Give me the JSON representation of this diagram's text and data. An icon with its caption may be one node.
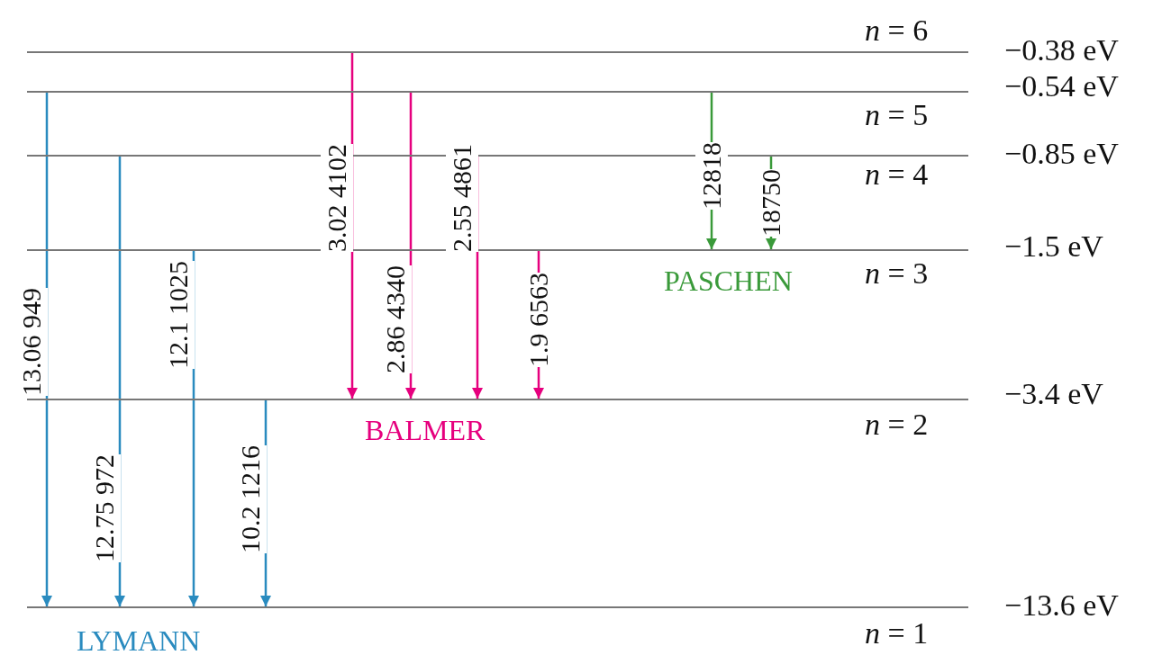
{
  "diagram": {
    "nodes": [
      {
        "text": [
          "*n* = 6",
          "−0.38 eV"
        ]
      },
      {
        "text": [
          "*n* = 5",
          "−0.54 eV"
        ]
      },
      {
        "text": [
          "*n* = 4",
          "−0.85 eV"
        ]
      },
      {
        "text": [
          "*n* = 3",
          "−1.5 eV"
        ]
      },
      {
        "text": [
          "*n* = 2",
          "−3.4 eV"
        ]
      },
      {
        "text": [
          "*n* = 1",
          "−13.6 eV"
        ]
      }
    ],
    "edges": [
      {
        "from": 1,
        "to": 5,
        "arrow": "to",
        "label": "13.06 949",
        "color": "#2a8bbf"
      },
      {
        "from": 2,
        "to": 5,
        "arrow": "to",
        "label": "12.75 972",
        "color": "#2a8bbf"
      },
      {
        "from": 3,
        "to": 5,
        "arrow": "to",
        "label": "12.1 1025",
        "color": "#2a8bbf"
      },
      {
        "from": 4,
        "to": 5,
        "arrow": "to",
        "label": "10.2 1216",
        "color": "#2a8bbf"
      },
      {
        "from": 0,
        "to": 4,
        "arrow": "to",
        "label": "3.02 4102",
        "color": "#e6007e"
      },
      {
        "from": 1,
        "to": 4,
        "arrow": "to",
        "label": "2.86 4340",
        "color": "#e6007e"
      },
      {
        "from": 2,
        "to": 4,
        "arrow": "to",
        "label": "2.55 4861",
        "color": "#e6007e"
      },
      {
        "from": 3,
        "to": 4,
        "arrow": "to",
        "label": "1.9 6563",
        "color": "#e6007e"
      },
      {
        "from": 1,
        "to": 3,
        "arrow": "to",
        "label": "12818",
        "color": "#3a9a3a"
      },
      {
        "from": 2,
        "to": 3,
        "arrow": "to",
        "label": "18750",
        "color": "#3a9a3a"
      }
    ],
    "labels": [
      "PASCHEN",
      "BALMER",
      "LYMANN"
    ]
  }
}
